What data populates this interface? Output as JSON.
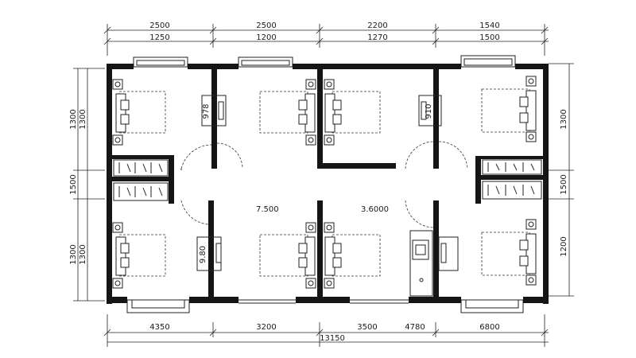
{
  "dimensions": {
    "top_outer": [
      "2500",
      "2500",
      "2200",
      "1540"
    ],
    "top_inner": [
      "1250",
      "1200",
      "1270",
      "1500"
    ],
    "bottom_inner": [
      "4350",
      "3200",
      "3500",
      "4780",
      "6800"
    ],
    "bottom_total": "13150",
    "left_outer": [
      "1300",
      "1500",
      "1300"
    ],
    "left_inner": [
      "1300",
      "",
      "1300"
    ],
    "right": [
      "1300",
      "1500",
      "1200"
    ]
  },
  "room_labels": {
    "center_left": "7.500",
    "center_right": "3.6000"
  },
  "wardrobe_labels": {
    "top_left": "978",
    "top_right": "910",
    "bottom_left": "9.80"
  },
  "colors": {
    "wall": "#151515",
    "line": "#222222",
    "background": "#ffffff"
  }
}
